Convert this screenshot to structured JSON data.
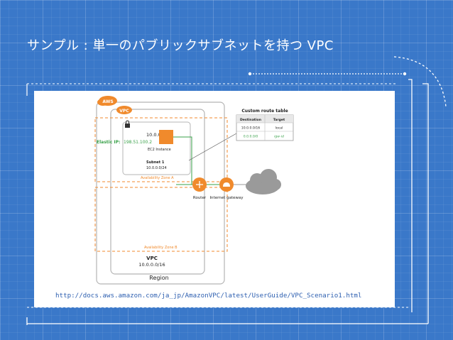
{
  "slide": {
    "title": "サンプル : 単一のパブリックサブネットを持つ VPC",
    "source_url": "http://docs.aws.amazon.com/ja_jp/AmazonVPC/latest/UserGuide/VPC_Scenario1.html"
  },
  "diagram": {
    "aws_label": "AWS",
    "vpc_badge": "VPC",
    "instance_ip": "10.0.0.6",
    "elastic_ip_label": "Elastic IP:",
    "elastic_ip_value": "198.51.100.2",
    "instance_label": "EC2 Instance",
    "subnet_name": "Subnet 1",
    "subnet_cidr": "10.0.0.0/24",
    "az_a": "Availability Zone A",
    "az_b": "Availability Zone B",
    "router_label": "Router",
    "igw_label": "Internet gateway",
    "vpc_name": "VPC",
    "vpc_cidr": "10.0.0.0/16",
    "region_label": "Region",
    "route_table": {
      "title": "Custom route table",
      "headers": [
        "Destination",
        "Target"
      ],
      "rows": [
        [
          "10.0.0.0/16",
          "local"
        ],
        [
          "0.0.0.0/0",
          "igw-id"
        ]
      ]
    }
  },
  "colors": {
    "background": "#3a78c9",
    "orange": "#f08a2c",
    "green": "#3aa14a",
    "gray_box": "#b5b5b5"
  }
}
